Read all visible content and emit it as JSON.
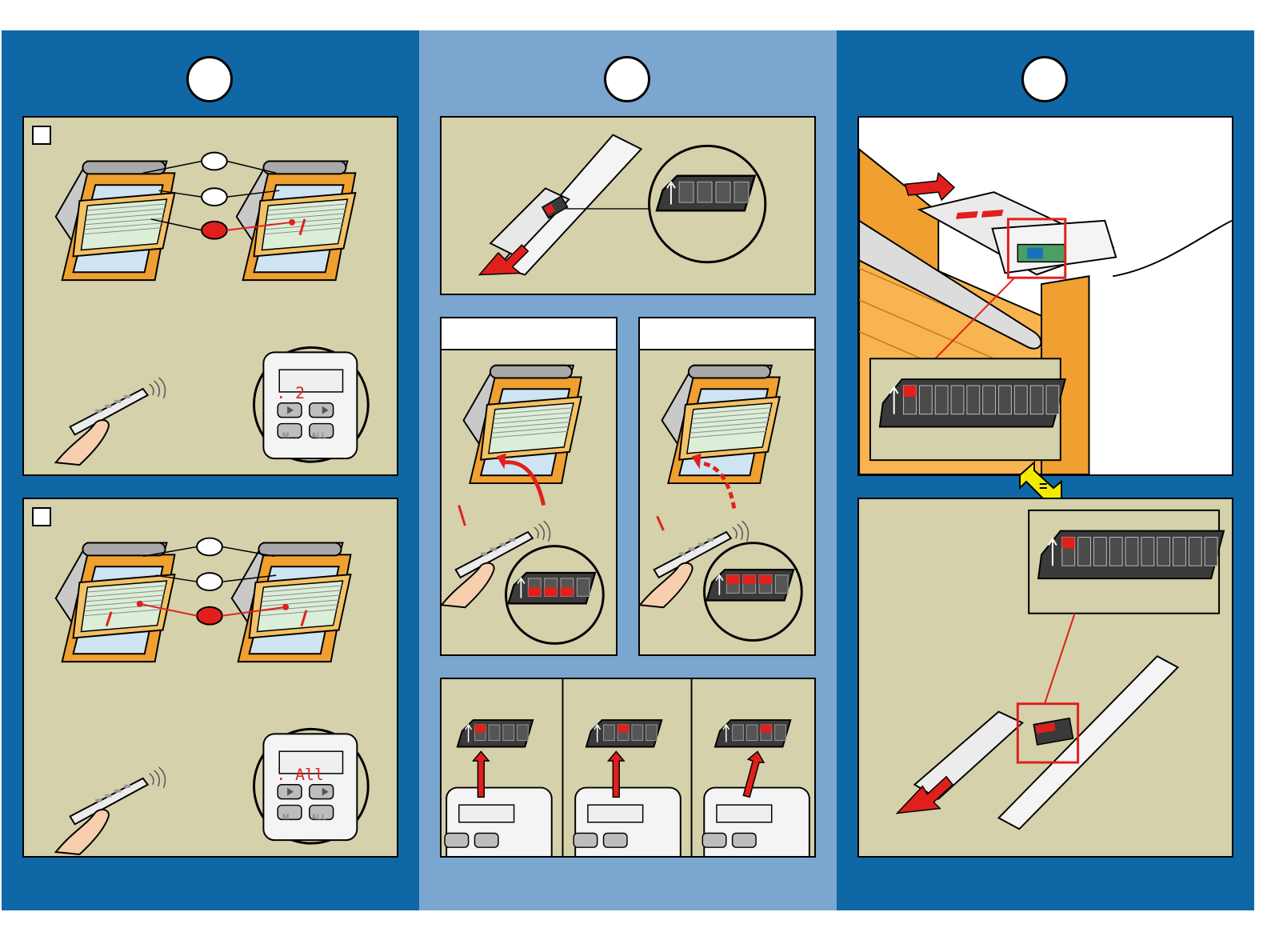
{
  "colors": {
    "dark_blue": "#0f67a6",
    "light_blue": "#7aa6d0",
    "panel_khaki": "#d4d1ab",
    "frame_orange": "#f0a030",
    "red": "#e0201c",
    "yellow": "#f2ea00",
    "switch_dark": "#3a3a3a"
  },
  "step1": {
    "display_top": ". 2",
    "display_bottom": ". All",
    "key_m": "M",
    "key_all": "ALL"
  },
  "step3": {
    "equal_sign": "="
  }
}
